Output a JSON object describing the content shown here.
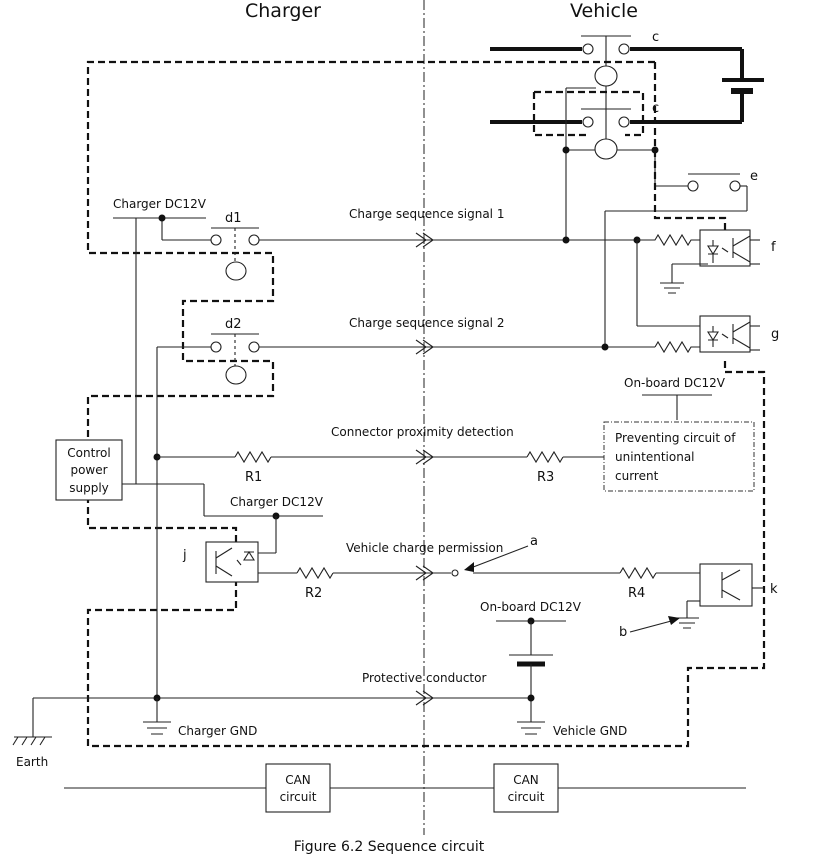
{
  "headers": {
    "charger": "Charger",
    "vehicle": "Vehicle"
  },
  "caption": "Figure 6.2 Sequence circuit",
  "signals": {
    "seq1": "Charge sequence signal 1",
    "seq2": "Charge sequence signal 2",
    "proximity": "Connector proximity detection",
    "permission": "Vehicle charge permission",
    "protective": "Protective conductor"
  },
  "supplies": {
    "charger_dc12v_top": "Charger DC12V",
    "charger_dc12v_mid": "Charger DC12V",
    "onboard_dc12v_top": "On-board DC12V",
    "onboard_dc12v_bottom": "On-board DC12V",
    "charger_gnd": "Charger GND",
    "vehicle_gnd": "Vehicle GND",
    "earth": "Earth"
  },
  "components": {
    "d1": "d1",
    "d2": "d2",
    "r1": "R1",
    "r2": "R2",
    "r3": "R3",
    "r4": "R4",
    "c_top": "c",
    "c_bottom": "c",
    "e": "e",
    "f": "f",
    "g": "g",
    "j": "j",
    "k": "k",
    "a": "a",
    "b": "b"
  },
  "blocks": {
    "control_power_supply": [
      "Control",
      "power",
      "supply"
    ],
    "preventing_circuit": [
      "Preventing circuit of",
      "unintentional",
      "current"
    ],
    "can_charger": [
      "CAN",
      "circuit"
    ],
    "can_vehicle": [
      "CAN",
      "circuit"
    ]
  }
}
